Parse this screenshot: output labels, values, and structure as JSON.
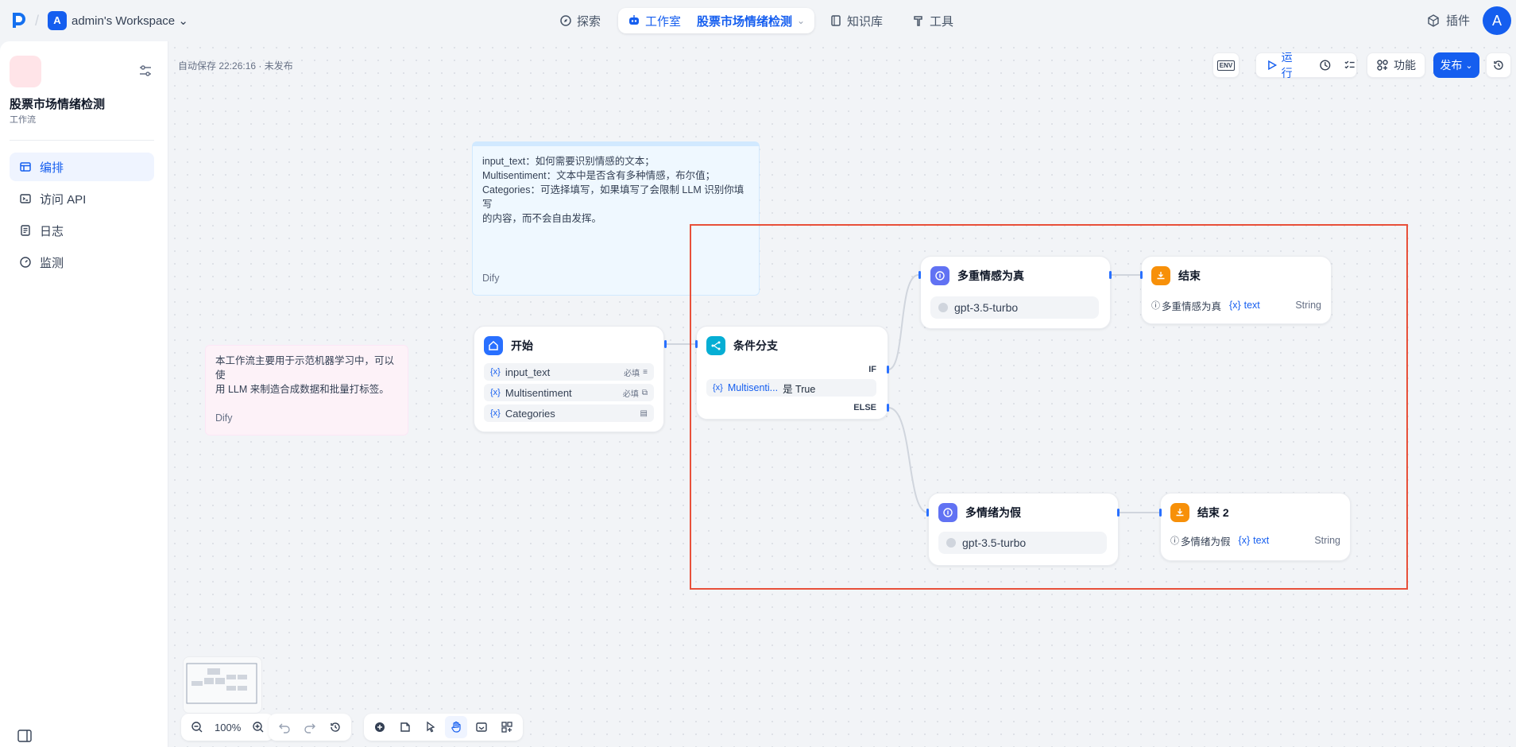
{
  "topbar": {
    "workspace_avatar": "A",
    "workspace_name": "admin's Workspace",
    "nav_explore": "探索",
    "nav_studio": "工作室",
    "nav_studio_app": "股票市场情绪检测",
    "nav_knowledge": "知识库",
    "nav_tools": "工具",
    "plugins": "插件",
    "user_avatar": "A"
  },
  "sidebar": {
    "app_title": "股票市场情绪检测",
    "app_type": "工作流",
    "items": [
      {
        "label": "编排",
        "icon": "layout-icon"
      },
      {
        "label": "访问 API",
        "icon": "terminal-icon"
      },
      {
        "label": "日志",
        "icon": "document-icon"
      },
      {
        "label": "监测",
        "icon": "gauge-icon"
      }
    ]
  },
  "canvas": {
    "autosave": "自动保存 22:26:16 · 未发布",
    "toolbar": {
      "env": "ENV",
      "run": "运行",
      "features": "功能",
      "publish": "发布"
    },
    "zoom": "100%"
  },
  "notes": {
    "blue": {
      "lines": [
        "input_text：如何需要识别情感的文本；",
        "Multisentiment：文本中是否含有多种情感，布尔值；",
        "Categories：可选择填写，如果填写了会限制 LLM 识别你填写",
        "的内容，而不会自由发挥。"
      ],
      "author": "Dify"
    },
    "pink": {
      "lines": [
        "本工作流主要用于示范机器学习中，可以使",
        "用 LLM 来制造合成数据和批量打标签。"
      ],
      "author": "Dify"
    }
  },
  "nodes": {
    "start": {
      "title": "开始",
      "vars": [
        {
          "x": "{x}",
          "name": "input_text",
          "req": "必填"
        },
        {
          "x": "{x}",
          "name": "Multisentiment",
          "req": "必填"
        },
        {
          "x": "{x}",
          "name": "Categories",
          "req": ""
        }
      ]
    },
    "ifelse": {
      "title": "条件分支",
      "if_label": "IF",
      "else_label": "ELSE",
      "cond_var": "Multisenti...",
      "cond_x": "{x}",
      "cond_op": "是 True"
    },
    "llm_true": {
      "title": "多重情感为真",
      "model": "gpt-3.5-turbo"
    },
    "llm_false": {
      "title": "多情绪为假",
      "model": "gpt-3.5-turbo"
    },
    "end1": {
      "title": "结束",
      "out_src": "多重情感为真",
      "out_x": "{x}",
      "out_var": "text",
      "out_type": "String"
    },
    "end2": {
      "title": "结束 2",
      "out_src": "多情绪为假",
      "out_x": "{x}",
      "out_var": "text",
      "out_type": "String"
    }
  }
}
